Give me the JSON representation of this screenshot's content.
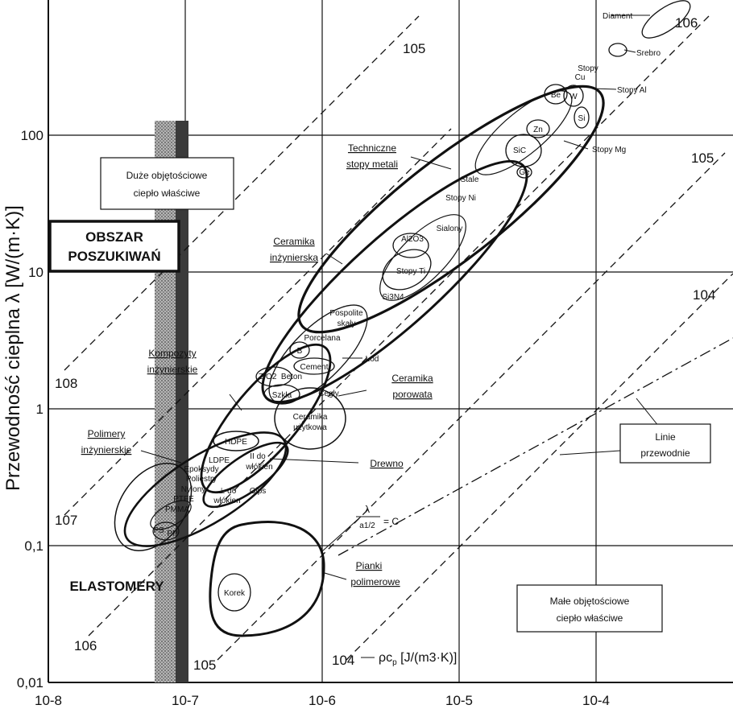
{
  "axes": {
    "y_title": "Przewodność cieplna λ [W/(m·K)]",
    "y_ticks": [
      "100",
      "10",
      "1",
      "0,1",
      "0,01"
    ],
    "x_ticks": [
      "10-8",
      "10-7",
      "10-6",
      "10-5",
      "10-4"
    ],
    "x_unit_label": "ρc",
    "x_unit_sub": "p",
    "x_unit_rest": " [J/(m3·K)]"
  },
  "regions": {
    "high_heat": [
      "Duże objętościowe",
      "ciepło właściwe"
    ],
    "low_heat": [
      "Małe objętościowe",
      "ciepło właściwe"
    ],
    "search_area": [
      "OBSZAR",
      "POSZUKIWAŃ"
    ]
  },
  "line_labels": {
    "l108": "108",
    "l107": "107",
    "l106a": "106",
    "l106b": "106",
    "l105a": "105",
    "l105b": "105",
    "l104a": "104",
    "l104b": "104",
    "l10top": "105",
    "conductive": [
      "Linie",
      "przewodnie"
    ],
    "formula_num": "λ",
    "formula_den": "a1/2",
    "formula_rest": "= C"
  },
  "families": {
    "metals": [
      "Techniczne",
      "stopy metali"
    ],
    "eng_ceramics": [
      "Ceramika",
      "inżynierska"
    ],
    "composites": [
      "Kompozyty",
      "inżynierskie"
    ],
    "porous_ceramics": [
      "Ceramika",
      "porowata"
    ],
    "polymers": [
      "Polimery",
      "inżynierskie"
    ],
    "wood": "Drewno",
    "foams": [
      "Pianki",
      "polimerowe"
    ],
    "elastomers": "ELASTOMERY"
  },
  "materials": {
    "diament": "Diament",
    "srebro": "Srebro",
    "stopy_cu": [
      "Stopy",
      "Cu"
    ],
    "stopy_al": "Stopy Al",
    "be": "Be",
    "w": "W",
    "si": "Si",
    "zn": "Zn",
    "sic": "SiC",
    "stopy_mg": "Stopy Mg",
    "ge": "Ge",
    "stale": "Stale",
    "stopy_ni": "Stopy Ni",
    "sialony": "Sialony",
    "al2o3": "Al2O3",
    "stopy_ti": "Stopy Ti",
    "si3n4": "Si3N4",
    "pospolite": [
      "Pospolite",
      "skały"
    ],
    "porcelana": "Porcelana",
    "b": "B",
    "lod": "Lód",
    "cement": "Cement",
    "zro2": "ZrO2",
    "beton": "Beton",
    "szkla": "Szkła",
    "cegly": "Cegły",
    "ceramika_uz": [
      "Ceramika",
      "użytkowa"
    ],
    "hdpe": "HDPE",
    "ldpe": "LDPE",
    "epoksydy": "Epoksydy",
    "poliestry": "Poliestry",
    "nylony": "Nylony",
    "ptfe": "PTFE",
    "pmma": "PMMA",
    "ps": "PS",
    "pp": "PP",
    "par": "II do",
    "wlokien1": "włókien",
    "perp": "⊥ do",
    "wlokien2": "włókien",
    "gips": "Gips",
    "korek": "Korek"
  },
  "colors": {
    "ink": "#111111",
    "band_dark": "#3a3a3a",
    "band_light": "#9a9a9a"
  }
}
